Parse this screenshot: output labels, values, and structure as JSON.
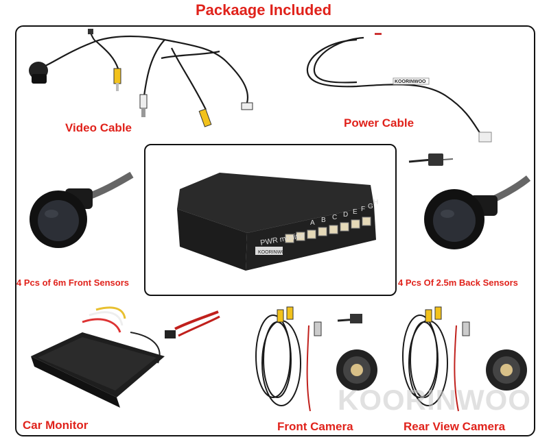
{
  "title": "Packaage Included",
  "labels": {
    "video_cable": "Video Cable",
    "power_cable": "Power Cable",
    "front_sensors": "4 Pcs of 6m Front Sensors",
    "back_sensors": "4 Pcs Of 2.5m Back Sensors",
    "car_monitor": "Car Monitor",
    "front_camera": "Front Camera",
    "rear_camera": "Rear View Camera"
  },
  "control_box": {
    "panel_text": "PWR monitor",
    "ports": [
      "A",
      "B",
      "C",
      "D",
      "E",
      "F",
      "G",
      "H"
    ],
    "brand_small": "KOORINWOO"
  },
  "power_cable_tag": "KOORINWOO",
  "watermark": "KOORINWOO",
  "colors": {
    "label_red": "#e0221b",
    "frame": "#111111"
  },
  "icons": [
    "sensor-icon",
    "camera-icon",
    "cable-icon",
    "monitor-icon",
    "drill-bit-icon",
    "control-box-icon"
  ]
}
